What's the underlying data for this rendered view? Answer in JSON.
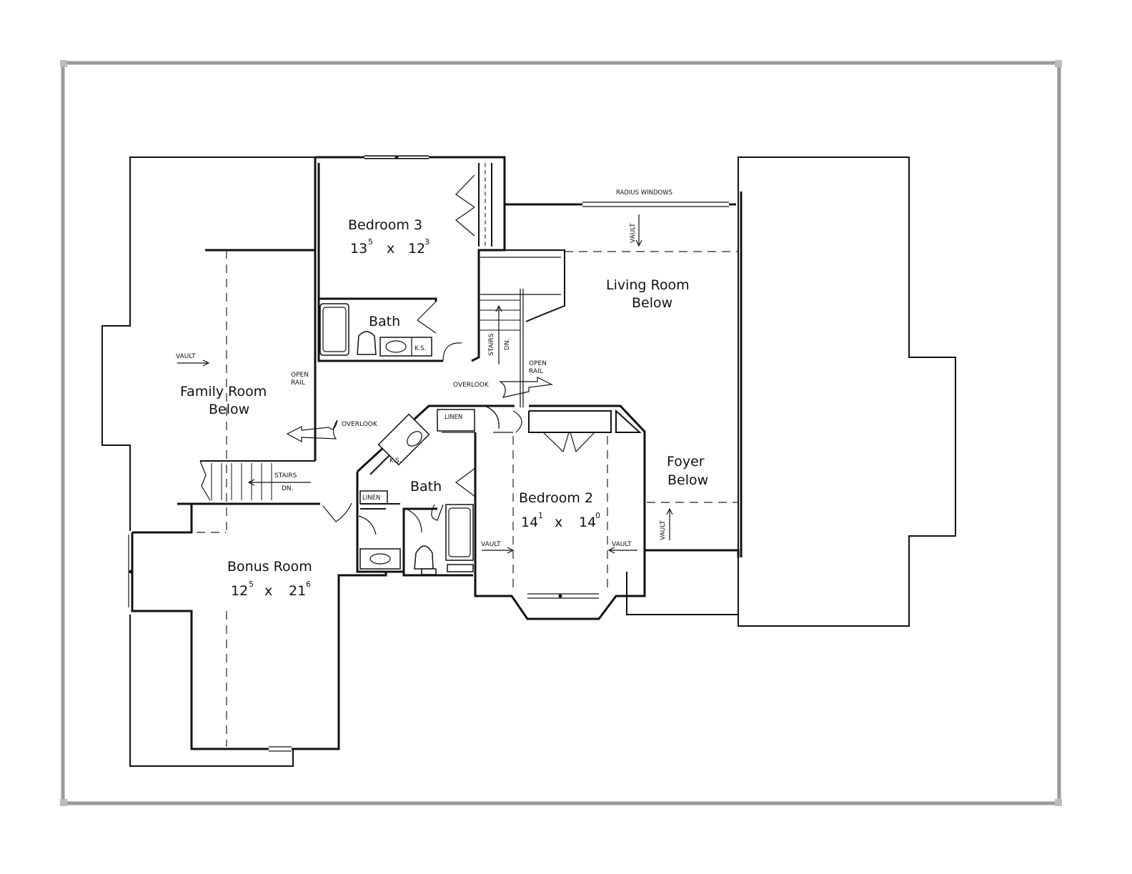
{
  "plan": {
    "rooms": {
      "bedroom3": {
        "name": "Bedroom 3",
        "dim_a": "13",
        "dim_a_sup": "5",
        "x": "x",
        "dim_b": "12",
        "dim_b_sup": "3"
      },
      "bedroom2": {
        "name": "Bedroom 2",
        "dim_a": "14",
        "dim_a_sup": "1",
        "x": "x",
        "dim_b": "14",
        "dim_b_sup": "0"
      },
      "bonus": {
        "name": "Bonus Room",
        "dim_a": "12",
        "dim_a_sup": "5",
        "x": "x",
        "dim_b": "21",
        "dim_b_sup": "6"
      },
      "bath_upper": {
        "name": "Bath"
      },
      "bath_lower": {
        "name": "Bath"
      },
      "living": {
        "line1": "Living Room",
        "line2": "Below"
      },
      "family": {
        "line1": "Family Room",
        "line2": "Below"
      },
      "foyer": {
        "line1": "Foyer",
        "line2": "Below"
      }
    },
    "notes": {
      "radius_windows": "RADIUS WINDOWS",
      "vault": "VAULT",
      "open_rail": [
        "OPEN",
        "RAIL"
      ],
      "overlook": "OVERLOOK",
      "stairs": "STAIRS",
      "dn": "DN.",
      "linen": "LINEN",
      "ks": "K.S."
    }
  }
}
